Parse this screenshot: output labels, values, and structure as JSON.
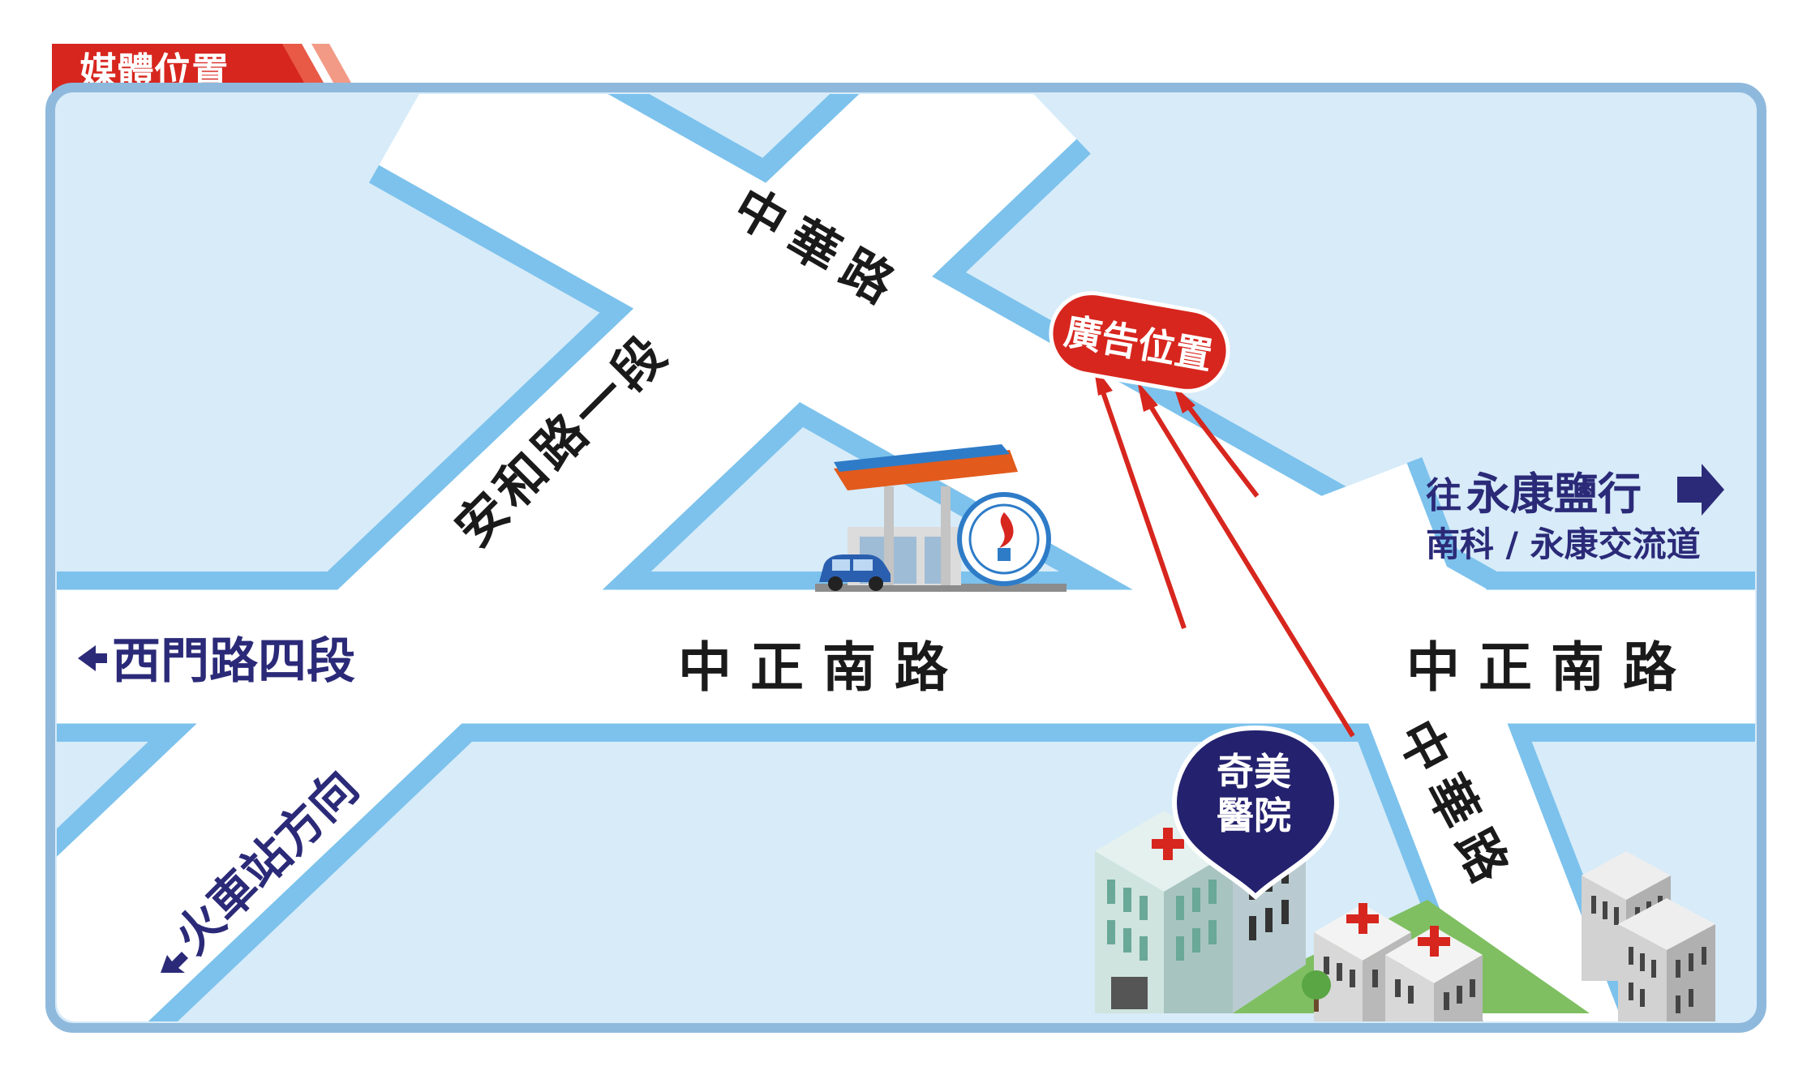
{
  "header": {
    "title": "媒體位置",
    "accent_color": "#d7261e"
  },
  "colors": {
    "map_bg": "#d7ebf9",
    "map_border": "#8fb9dc",
    "road_fill": "#ffffff",
    "road_edge": "#7cc2ec",
    "ad_marker": "#d7261e",
    "hospital_pin": "#24216e",
    "direction_text": "#2b2a78"
  },
  "roads": {
    "zhonghua_top": "中華路",
    "anhe": "安和路一段",
    "zhongzheng_left": "中 正 南 路",
    "zhongzheng_right": "中 正 南 路",
    "zhonghua_bottom": "中華路"
  },
  "directions": {
    "ximen": "西門路四段",
    "train_station": "火車站方向",
    "yongkang_line1_prefix": "往",
    "yongkang_line1_main": "永康鹽行",
    "yongkang_line2": "南科 / 永康交流道"
  },
  "markers": {
    "ad_location": "廣告位置",
    "hospital_line1": "奇美",
    "hospital_line2": "醫院"
  },
  "icons": {
    "gas_station": "gas-station-icon",
    "hospital": "hospital-building-icon",
    "car": "car-icon",
    "red_cross": "red-cross-icon",
    "arrow_left": "arrow-left-icon",
    "arrow_right": "arrow-right-icon"
  }
}
